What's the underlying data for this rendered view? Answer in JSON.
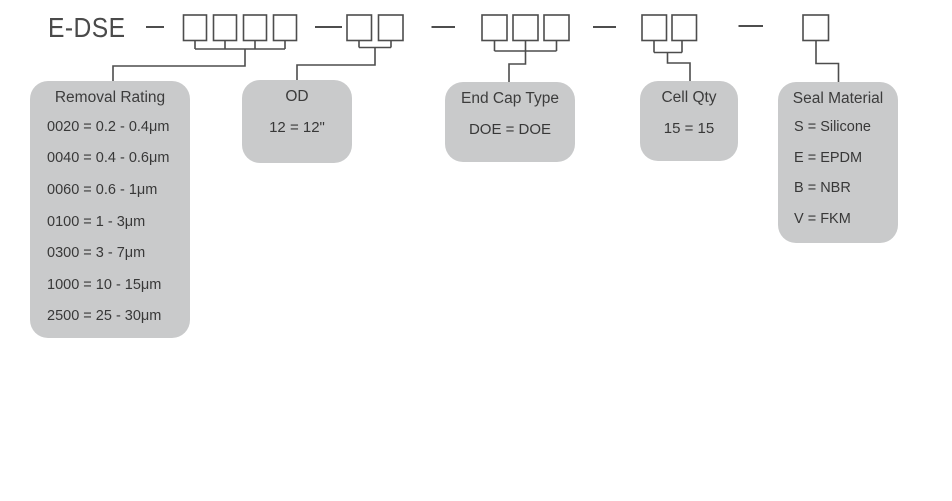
{
  "colors": {
    "panel_bg": "#c9cacb",
    "line": "#4d4d4d",
    "text": "#3f3f3f"
  },
  "product": {
    "prefix": "E-DSE"
  },
  "code_groups": [
    {
      "name": "removal-rating",
      "boxes": 4
    },
    {
      "name": "od",
      "boxes": 2
    },
    {
      "name": "end-cap-type",
      "boxes": 3
    },
    {
      "name": "cell-qty",
      "boxes": 2
    },
    {
      "name": "seal-material",
      "boxes": 1
    }
  ],
  "panels": [
    {
      "id": "removal-rating",
      "title": "Removal Rating",
      "items": [
        "0020 = 0.2 - 0.4μm",
        "0040 = 0.4 - 0.6μm",
        "0060 = 0.6 - 1μm",
        "0100 = 1 - 3μm",
        "0300 = 3 - 7μm",
        "1000 = 10 - 15μm",
        "2500 = 25 - 30μm"
      ]
    },
    {
      "id": "od",
      "title": "OD",
      "items": [
        "12 = 12\""
      ]
    },
    {
      "id": "end-cap-type",
      "title": "End Cap Type",
      "items": [
        "DOE = DOE"
      ]
    },
    {
      "id": "cell-qty",
      "title": "Cell Qty",
      "items": [
        "15 = 15"
      ]
    },
    {
      "id": "seal-material",
      "title": "Seal Material",
      "items": [
        "S = Silicone",
        "E = EPDM",
        "B = NBR",
        "V = FKM"
      ]
    }
  ]
}
